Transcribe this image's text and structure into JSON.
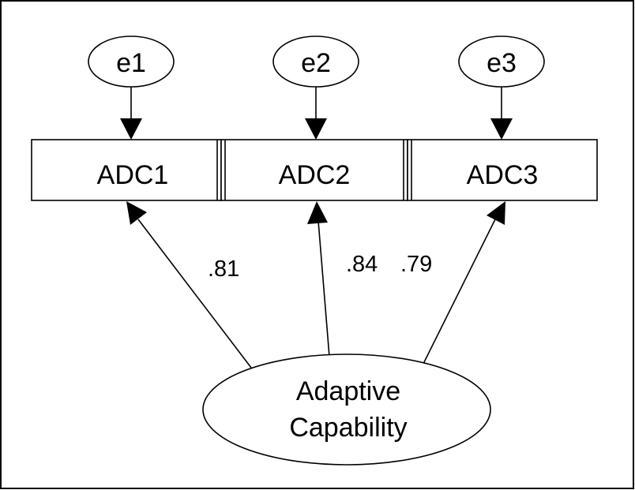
{
  "diagram": {
    "errors": [
      {
        "id": "e1",
        "label": "e1"
      },
      {
        "id": "e2",
        "label": "e2"
      },
      {
        "id": "e3",
        "label": "e3"
      }
    ],
    "indicators": [
      {
        "id": "adc1",
        "label": "ADC1"
      },
      {
        "id": "adc2",
        "label": "ADC2"
      },
      {
        "id": "adc3",
        "label": "ADC3"
      }
    ],
    "latent": {
      "line1": "Adaptive",
      "line2": "Capability"
    },
    "loadings": [
      {
        "from": "latent",
        "to": "adc1",
        "value": ".81"
      },
      {
        "from": "latent",
        "to": "adc2",
        "value": ".84"
      },
      {
        "from": "latent",
        "to": "adc3",
        "value": ".79"
      }
    ],
    "error_paths": [
      {
        "from": "e1",
        "to": "adc1"
      },
      {
        "from": "e2",
        "to": "adc2"
      },
      {
        "from": "e3",
        "to": "adc3"
      }
    ]
  }
}
